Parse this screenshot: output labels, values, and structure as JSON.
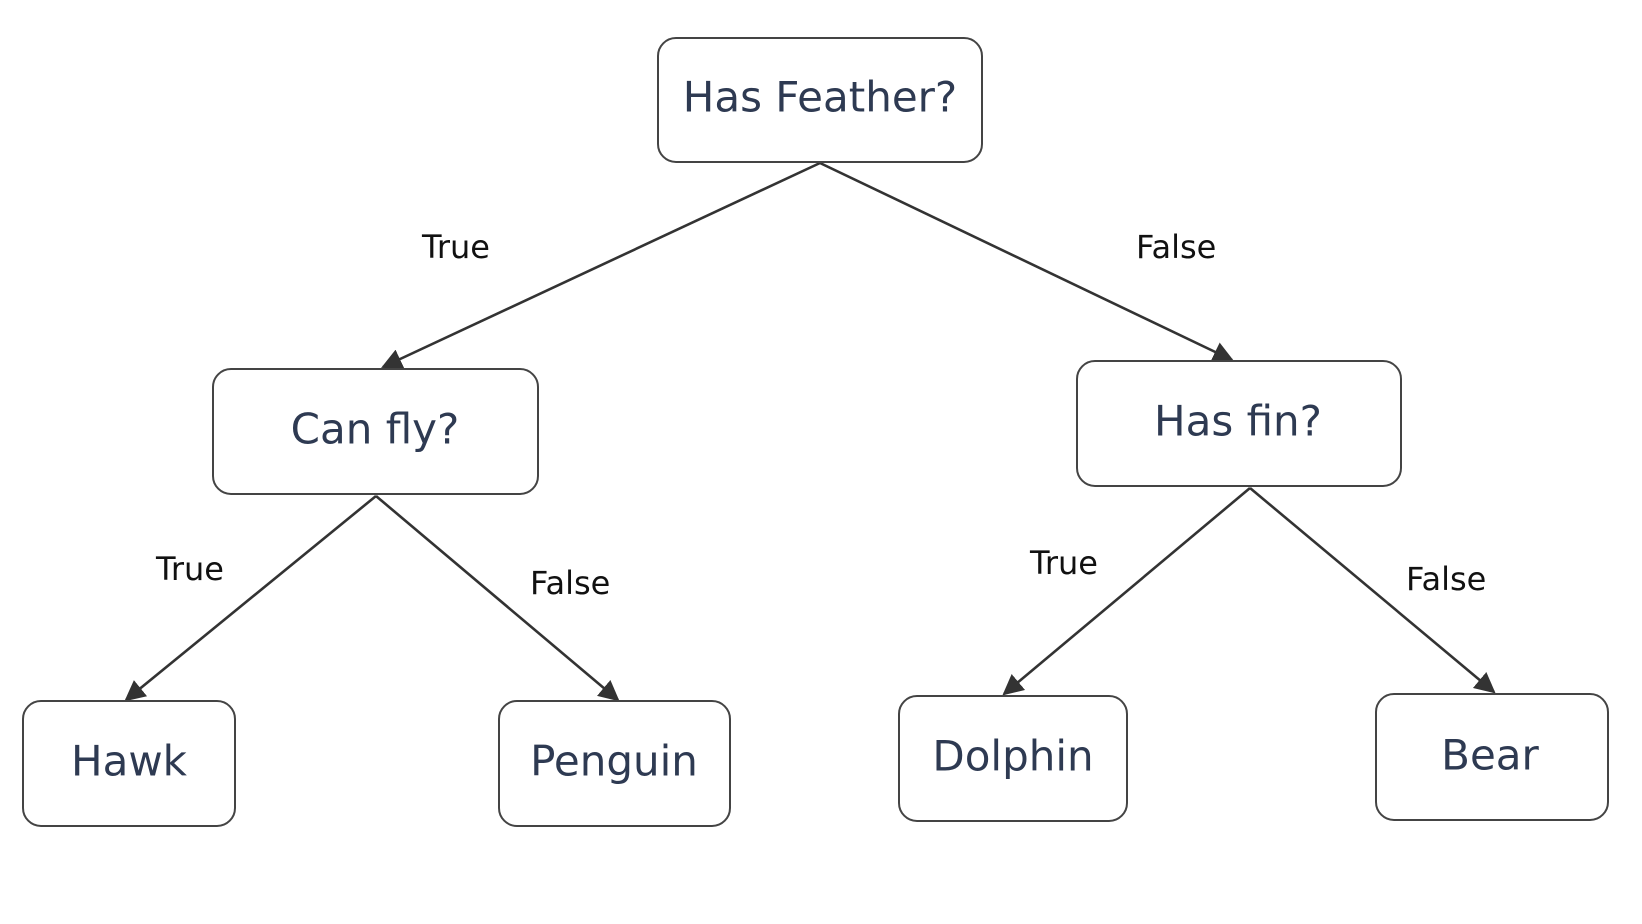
{
  "diagram": {
    "nodes": {
      "root": "Has Feather?",
      "left": "Can fly?",
      "right": "Has fin?",
      "hawk": "Hawk",
      "penguin": "Penguin",
      "dolphin": "Dolphin",
      "bear": "Bear"
    },
    "edges": {
      "root_left": "True",
      "root_right": "False",
      "left_hawk": "True",
      "left_penguin": "False",
      "right_dolphin": "True",
      "right_bear": "False"
    }
  },
  "colors": {
    "line": "#333333",
    "node_border": "#444444",
    "node_text": "#2e3a52",
    "label_text": "#111111"
  }
}
